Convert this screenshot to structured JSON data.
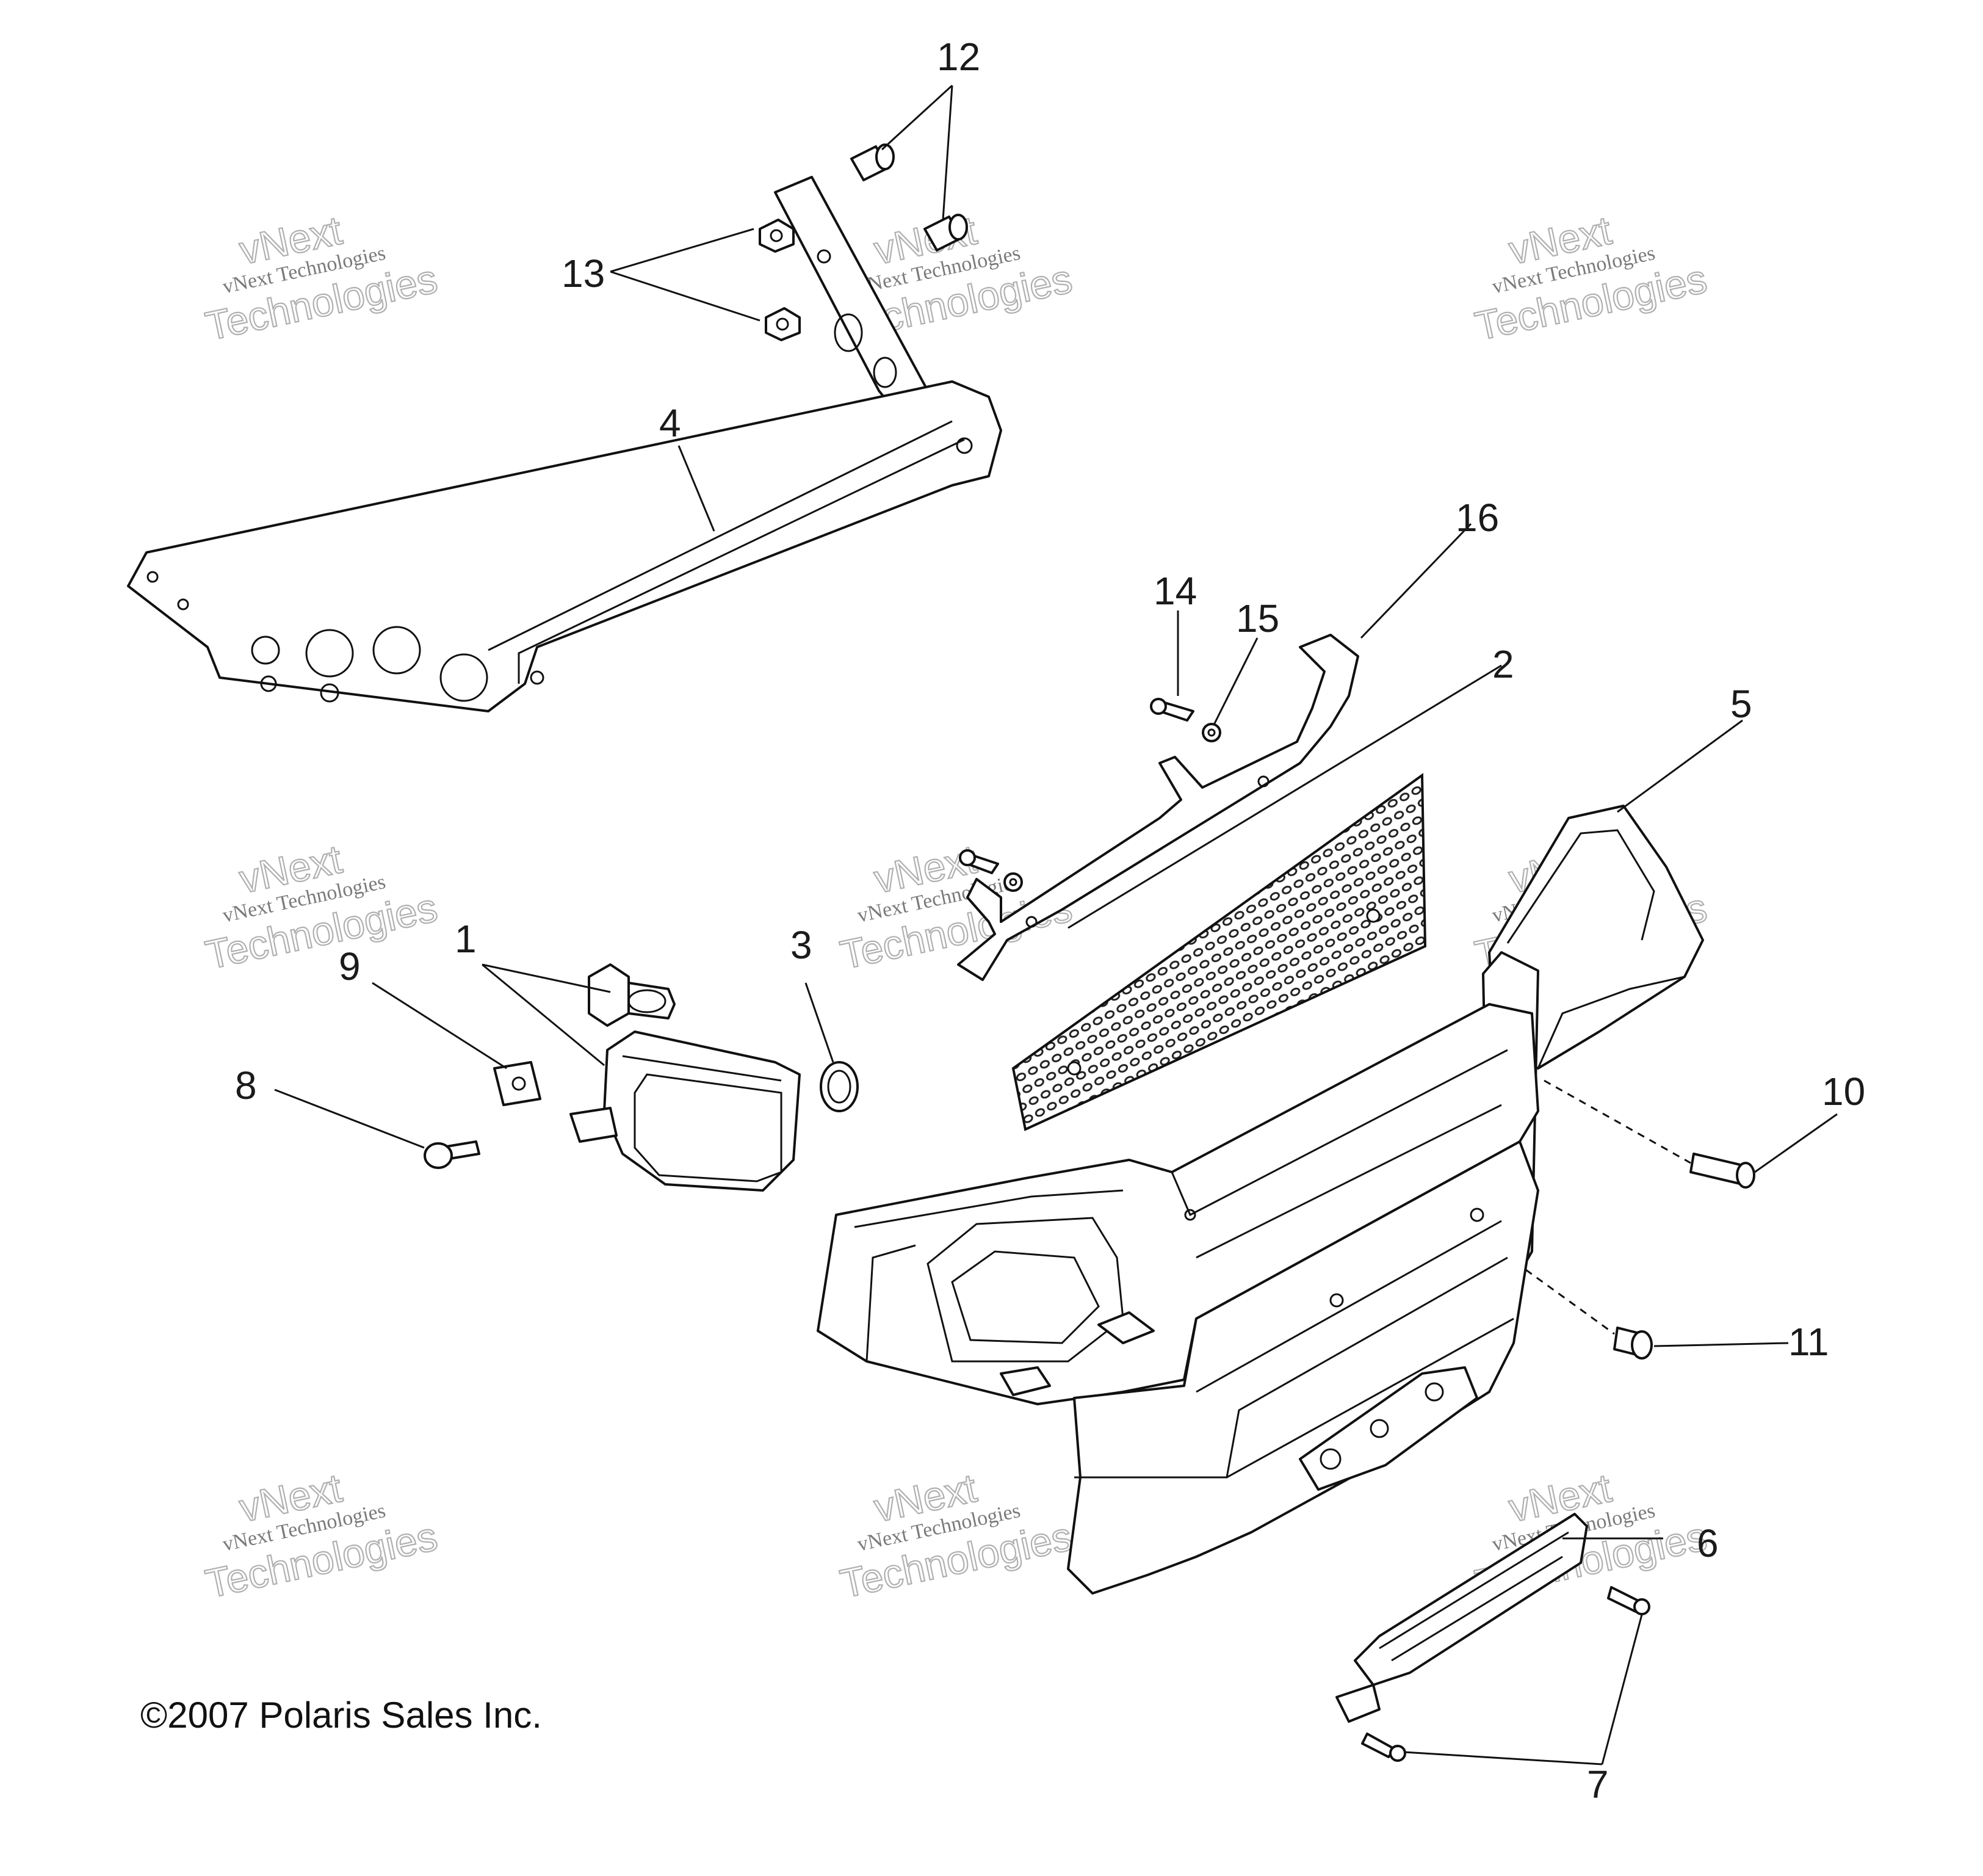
{
  "diagram": {
    "callouts": [
      "1",
      "2",
      "3",
      "4",
      "5",
      "6",
      "7",
      "8",
      "9",
      "10",
      "11",
      "12",
      "13",
      "14",
      "15",
      "16"
    ],
    "watermark": {
      "line1": "vNext",
      "line2": "vNext Technologies",
      "line3": "Technologies"
    },
    "copyright": "©2007 Polaris Sales Inc."
  }
}
